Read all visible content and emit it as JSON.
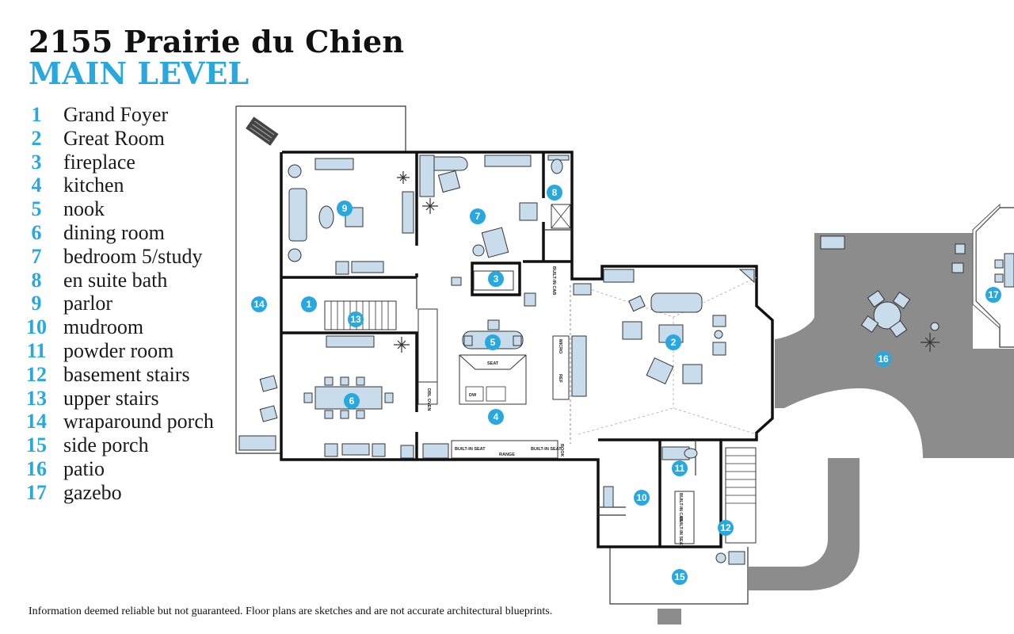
{
  "title": "2155 Prairie du Chien",
  "subtitle": "MAIN LEVEL",
  "legend": [
    {
      "num": "1",
      "label": "Grand Foyer"
    },
    {
      "num": "2",
      "label": "Great Room"
    },
    {
      "num": "3",
      "label": "fireplace"
    },
    {
      "num": "4",
      "label": "kitchen"
    },
    {
      "num": "5",
      "label": "nook"
    },
    {
      "num": "6",
      "label": "dining room"
    },
    {
      "num": "7",
      "label": "bedroom 5/study"
    },
    {
      "num": "8",
      "label": "en suite bath"
    },
    {
      "num": "9",
      "label": "parlor"
    },
    {
      "num": "10",
      "label": "mudroom"
    },
    {
      "num": "11",
      "label": "powder room"
    },
    {
      "num": "12",
      "label": "basement stairs"
    },
    {
      "num": "13",
      "label": "upper stairs"
    },
    {
      "num": "14",
      "label": "wraparound porch"
    },
    {
      "num": "15",
      "label": "side porch"
    },
    {
      "num": "16",
      "label": "patio"
    },
    {
      "num": "17",
      "label": "gazebo"
    }
  ],
  "appliance_labels": {
    "seat": "SEAT",
    "dw": "DW",
    "micro": "MICRO",
    "ref": "REF",
    "range": "RANGE",
    "dbl_oven": "DBL OVEN",
    "builtin_seat": "BUILT-IN SEAT",
    "builtin_cab": "BUILT-IN CAB",
    "book": "BOOK"
  },
  "disclaimer": "Information deemed reliable but not guaranteed. Floor plans are sketches and are not accurate architectural blueprints.",
  "colors": {
    "accent": "#29a8df",
    "furniture": "#c9dcec",
    "patio": "#8c8c8c"
  }
}
